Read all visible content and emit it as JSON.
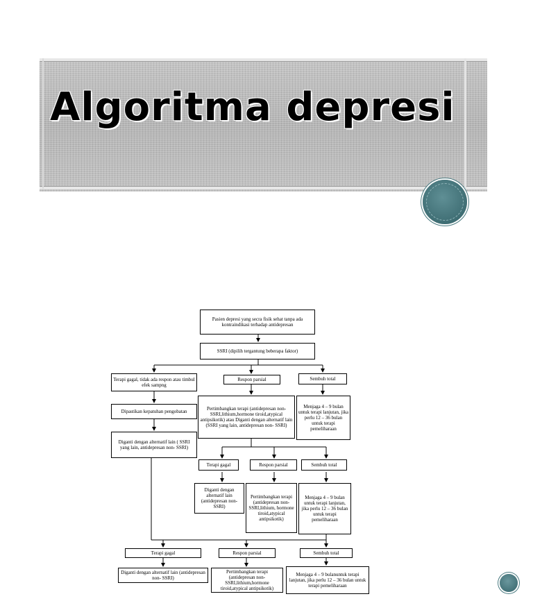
{
  "slide": {
    "title": "Algoritma depresi"
  },
  "flowchart": {
    "start": "Pasien depresi yang secra fisik sehat tanpa ada kontraindikasi terhadap antidepresan",
    "ssri": "SSRI (dipilih tergantung beberapa faktor)",
    "level1": {
      "gagal": "Terapi gagal, tidak ada respon atau timbul efek sampng",
      "parsial": "Respon parsial",
      "total": "Sembuh total"
    },
    "kepatuhan": "Dipastikan kepatuhan pengobatan",
    "diganti1": "Diganti dengan alternatif lain ( SSRI yang lain, antidepresan non- SSRI)",
    "pertimbangkan1": "Pertimbangkan terapi (antidepresan non-SSRI,lithium,hormone tiroid,atypical antipsikotik) atau Diganti dengan alternatif lain (SSRI yang lain, antidepresan non- SSRI)",
    "menjaga1": "Menjaga 4 – 9 bulan untuk terapi lanjutan, jika perlu 12 – 36 bulan untuk terapi pemeliharaan",
    "level2": {
      "gagal": "Terapi gagal",
      "parsial": "Respon parsial",
      "total": "Sembuh total"
    },
    "diganti2": "Diganti dengan alternatif lain (antidepresan non- SSRI)",
    "pertimbangkan2": "Pertimbangkan terapi (antidepresan non-SSRI,lithium, hormone tiroid,atypical antipsikotik)",
    "menjaga2": "Menjaga 4 – 9 bulan untuk terapi lanjutan, jika perlu 12 – 36 bulan untuk terapi pemeliharaan",
    "level3": {
      "gagal": "Terapi gagal",
      "parsial": "Respon parsial",
      "total": "Sembuh total"
    },
    "diganti3": "Diganti dengan alternatif lain (antidepresan non- SSRI)",
    "pertimbangkan3": "Pertimbangkan terapi (antidepresan non-SSRI,lithium,hormone tiroid,atypical antipsikotik)",
    "menjaga3": "Menjaga 4 – 9 bulanuntuk terapi lanjutan, jika perlu 12 – 36 bulan untuk terapi pemeliharaan"
  }
}
